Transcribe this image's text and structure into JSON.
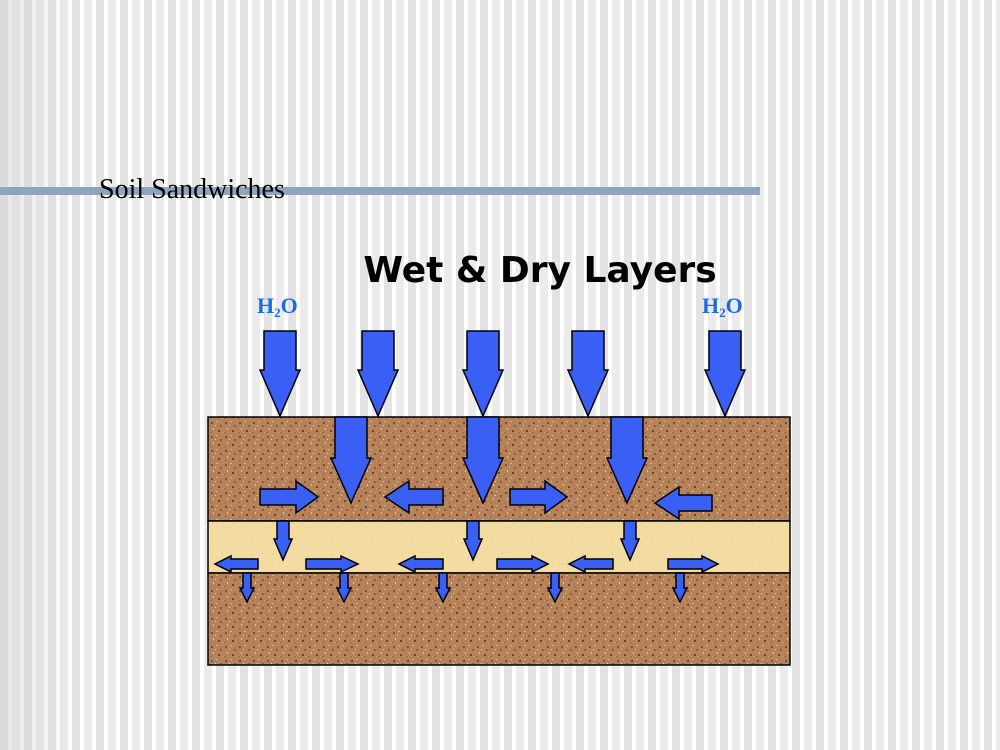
{
  "slide": {
    "title": "Soil Sandwiches",
    "diagram_title": "Wet & Dry Layers"
  },
  "labels": {
    "water_left": {
      "base": "H",
      "sub": "2",
      "tail": "O"
    },
    "water_right": {
      "base": "H",
      "sub": "2",
      "tail": "O"
    }
  },
  "colors": {
    "water_arrow": "#3a5ff5",
    "water_text": "#1a6af0",
    "soil": "#b5825a",
    "dry_layer": "#f2dca2",
    "rule": "#8fa4bd"
  }
}
